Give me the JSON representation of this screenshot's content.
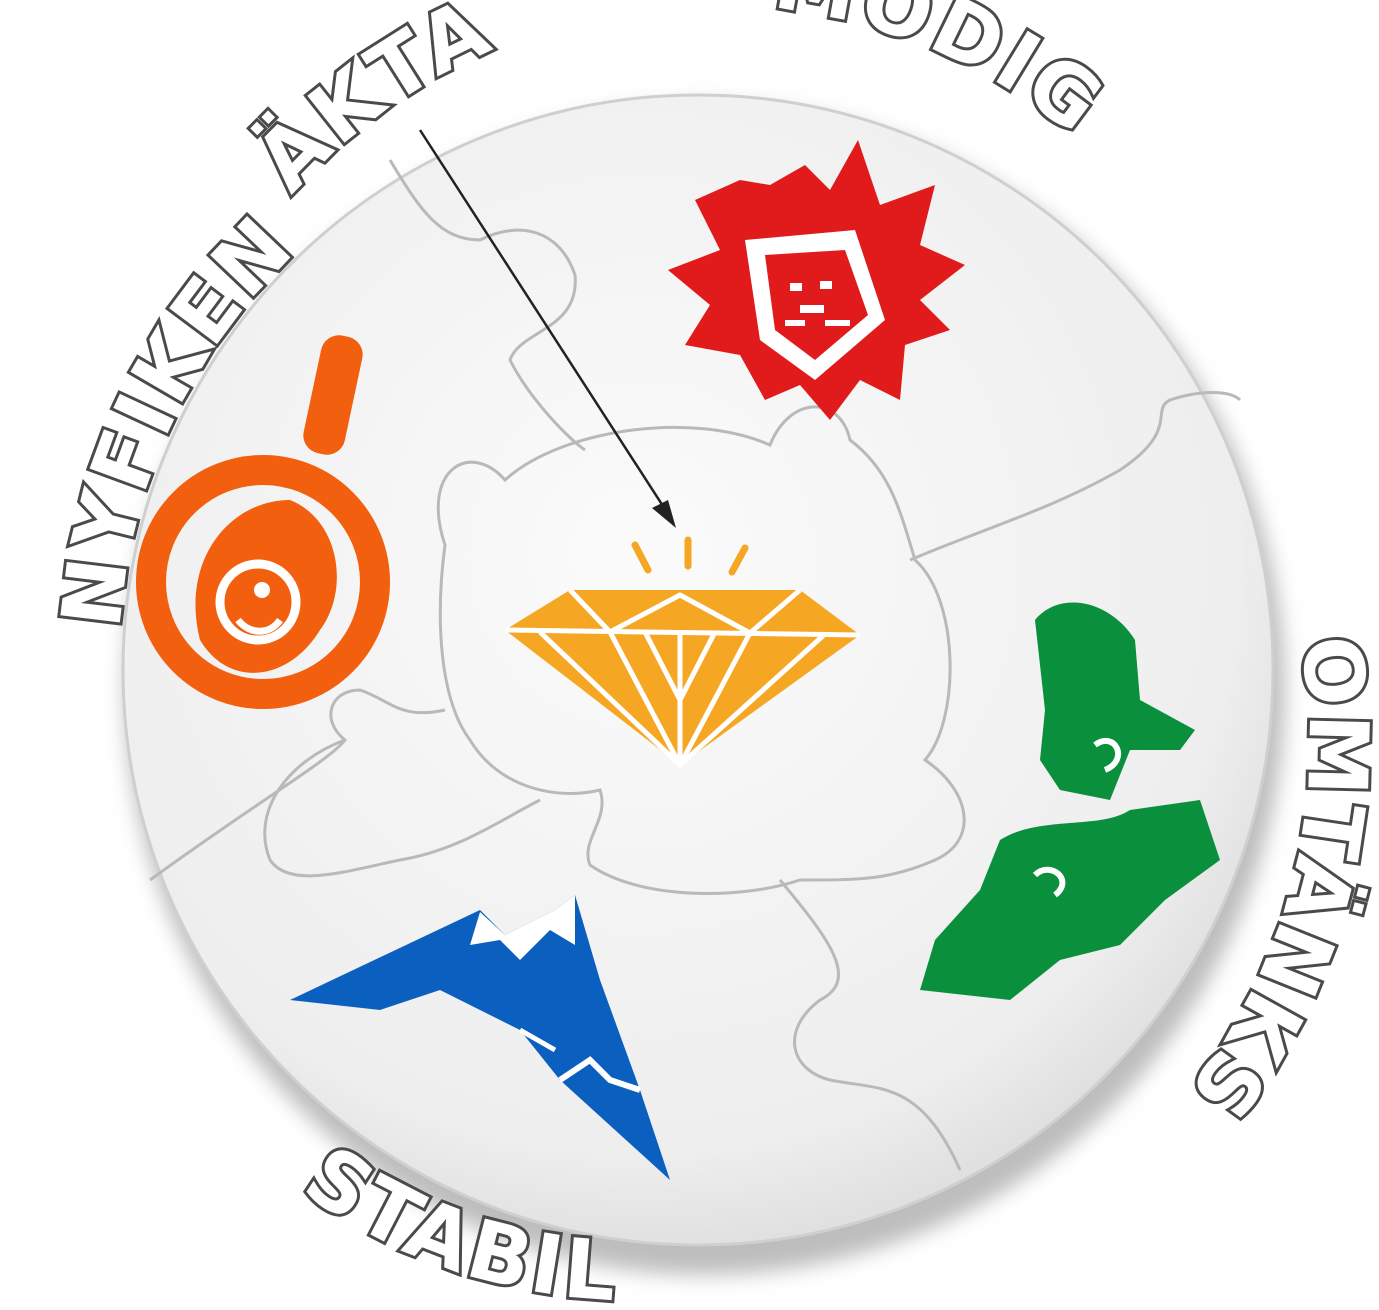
{
  "labels": {
    "akta": "ÄKTA",
    "modig": "MODIG",
    "nyfiken": "NYFIKEN",
    "omtanksam": "OMTÄNKSAM",
    "stabil": "STABIL"
  },
  "icons": {
    "center": "diamond-icon",
    "modig": "lion-head-icon",
    "nyfiken": "magnifying-glass-icon",
    "omtanksam": "caring-hands-icon",
    "stabil": "mountain-icon"
  },
  "colors": {
    "diamond": "#f5a623",
    "lion": "#e11b1b",
    "magnifier": "#f2600f",
    "hands": "#0a8f3c",
    "mountain": "#0a5fbf",
    "puzzle": "#f1f1f1",
    "label_outline": "#4a4a4a"
  }
}
